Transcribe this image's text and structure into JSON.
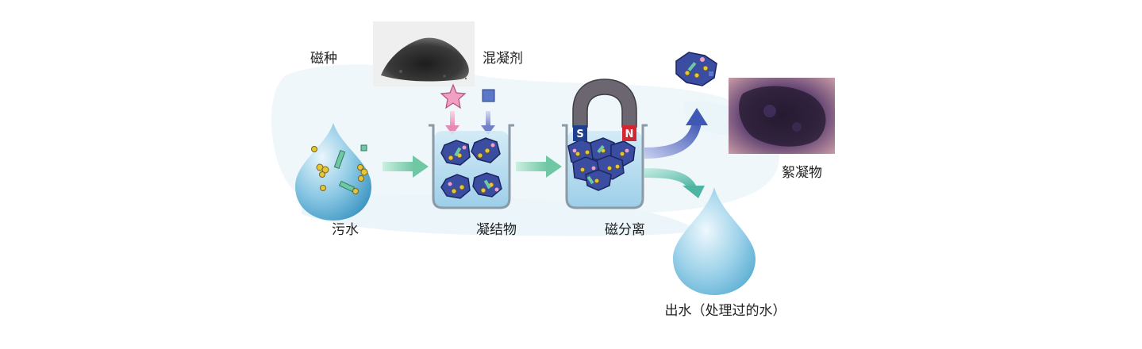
{
  "labels": {
    "magnetic_seed": "磁种",
    "coagulant": "混凝剂",
    "sewage": "污水",
    "flocs": "凝结物",
    "magnetic_separation": "磁分离",
    "flocculant": "絮凝物",
    "effluent": "出水（处理过的水）"
  },
  "magnet": {
    "pole_s": "S",
    "pole_n": "N"
  },
  "colors": {
    "water_drop": "#5fb3d6",
    "beaker_water": "#a9d6ee",
    "flow_arrow": "#7fcfb0",
    "blue_arrow": "#4a5fb8",
    "teal_arrow": "#6cc3b3",
    "magnet_body": "#6b6670",
    "pole_s": "#1f3f8f",
    "pole_n": "#d22631",
    "floc_body": "#3b4da0",
    "seed_star": "#f0a0c4",
    "particle": "#e8c43a",
    "coagulant_square": "#5a78c8"
  },
  "icons": [
    "water-drop-icon",
    "beaker-icon",
    "horseshoe-magnet-icon",
    "star-icon",
    "square-icon",
    "arrow-icon",
    "floc-cluster-icon",
    "powder-photo",
    "micrograph-photo"
  ]
}
